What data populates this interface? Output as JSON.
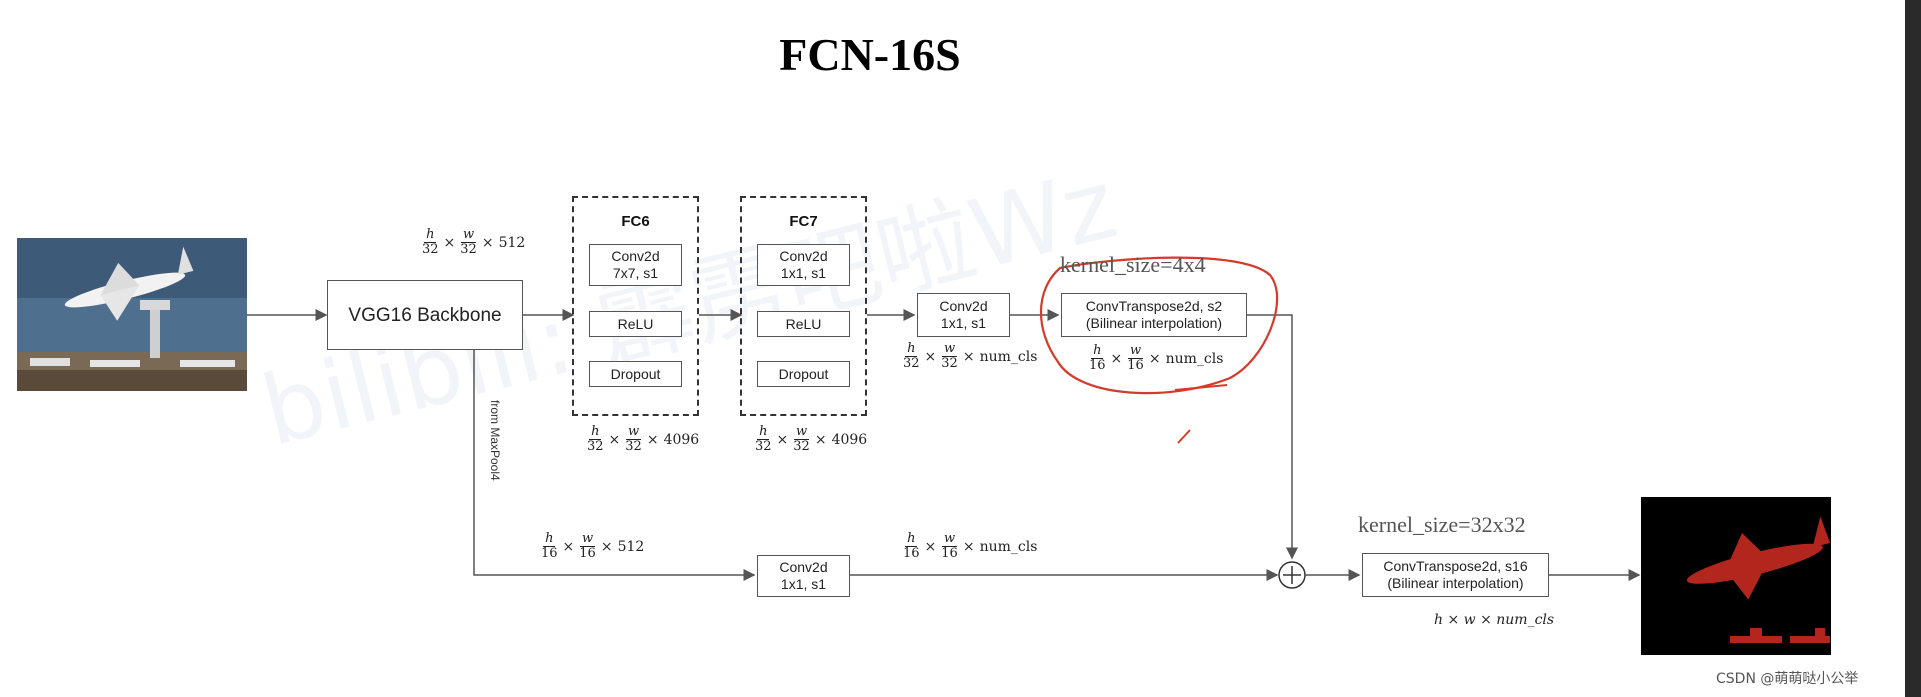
{
  "title": "FCN-16S",
  "watermark": "bilibili: 霹雳吧啦Wz",
  "credit": "CSDN @萌萌哒小公举",
  "backbone": {
    "label": "VGG16 Backbone",
    "out_dim": {
      "h": "h",
      "hd": "32",
      "w": "w",
      "wd": "32",
      "c": "512"
    }
  },
  "fc6": {
    "title": "FC6",
    "layers": [
      "Conv2d\n7x7, s1",
      "ReLU",
      "Dropout"
    ],
    "dim": {
      "h": "h",
      "hd": "32",
      "w": "w",
      "wd": "32",
      "c": "4096"
    }
  },
  "fc7": {
    "title": "FC7",
    "layers": [
      "Conv2d\n1x1, s1",
      "ReLU",
      "Dropout"
    ],
    "dim": {
      "h": "h",
      "hd": "32",
      "w": "w",
      "wd": "32",
      "c": "4096"
    }
  },
  "conv_score": {
    "label": "Conv2d\n1x1, s1",
    "dim": {
      "h": "h",
      "hd": "32",
      "w": "w",
      "wd": "32",
      "c": "num_cls"
    }
  },
  "upsample2": {
    "label": "ConvTranspose2d, s2\n(Bilinear interpolation)",
    "kernel": "kernel_size=4x4",
    "dim": {
      "h": "h",
      "hd": "16",
      "w": "w",
      "wd": "16",
      "c": "num_cls"
    }
  },
  "skip": {
    "from_label": "from MaxPool4",
    "in_dim": {
      "h": "h",
      "hd": "16",
      "w": "w",
      "wd": "16",
      "c": "512"
    },
    "conv_label": "Conv2d\n1x1, s1",
    "out_dim": {
      "h": "h",
      "hd": "16",
      "w": "w",
      "wd": "16",
      "c": "num_cls"
    }
  },
  "add_symbol": "+",
  "upsample16": {
    "label": "ConvTranspose2d, s16\n(Bilinear interpolation)",
    "kernel": "kernel_size=32x32",
    "dim": "h × w × num_cls"
  },
  "colors": {
    "annotation_red": "#d63a2a",
    "segment_red": "#b3261e",
    "line": "#555555"
  }
}
